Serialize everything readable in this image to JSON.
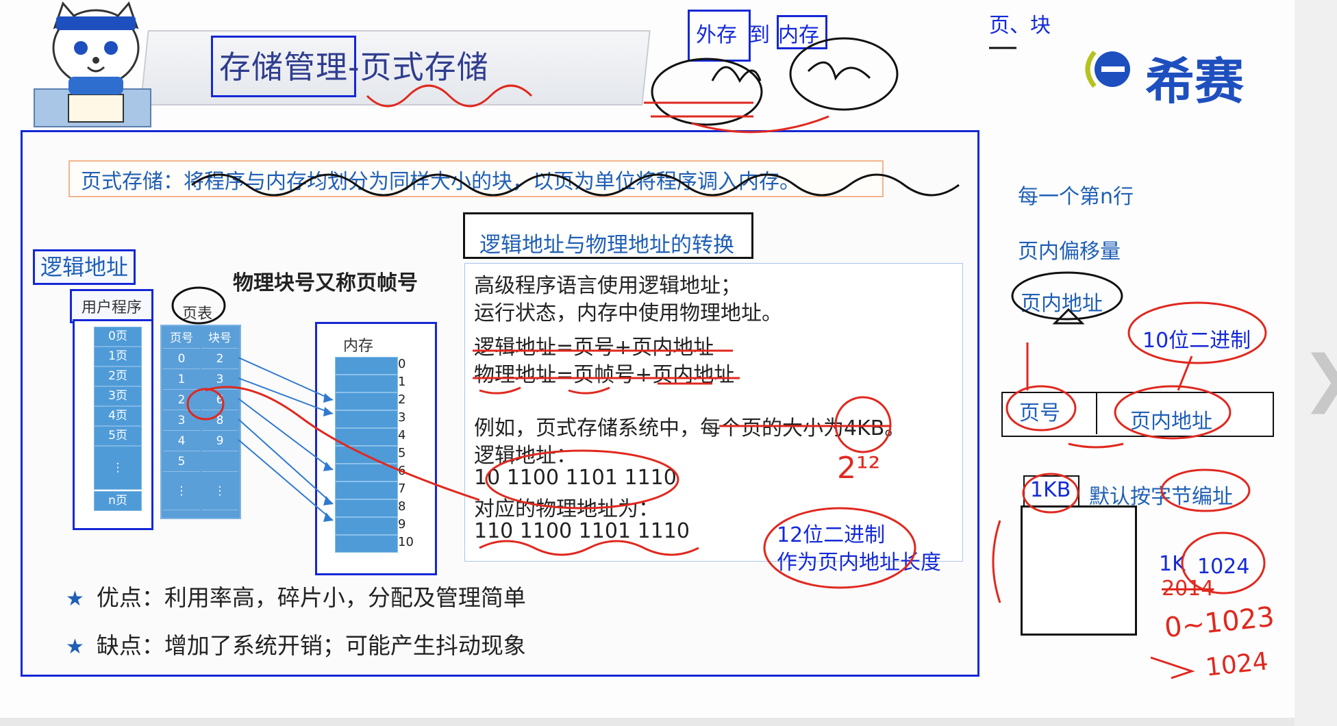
{
  "slide": {
    "title": "存储管理-页式存储",
    "brand": "希赛",
    "definition": "页式存储：将程序与内存均划分为同样大小的块，以页为单位将程序调入内存。"
  },
  "left": {
    "logic_label": "逻辑地址",
    "user_program_label": "用户程序",
    "pages": [
      "0页",
      "1页",
      "2页",
      "3页",
      "4页",
      "5页",
      "⋮",
      "n页"
    ],
    "page_table_title": "页表",
    "pt_headers": [
      "页号",
      "块号"
    ],
    "pt_rows": [
      [
        "0",
        "2"
      ],
      [
        "1",
        "3"
      ],
      [
        "2",
        "6"
      ],
      [
        "3",
        "8"
      ],
      [
        "4",
        "9"
      ],
      [
        "5",
        ""
      ],
      [
        "⋮",
        "⋮"
      ]
    ],
    "phys_block_note": "物理块号又称页帧号",
    "memory_title": "内存",
    "memory_blocks": [
      "0",
      "1",
      "2",
      "3",
      "4",
      "5",
      "6",
      "7",
      "8",
      "9",
      "10"
    ]
  },
  "conversion": {
    "title": "逻辑地址与物理地址的转换",
    "lines": [
      "高级程序语言使用逻辑地址；",
      "运行状态，内存中使用物理地址。",
      "逻辑地址=页号+页内地址",
      "物理地址=页帧号+页内地址",
      "例如，页式存储系统中，每个页的大小为4KB。",
      "逻辑地址：",
      "10 1100 1101 1110",
      "对应的物理地址为：",
      "110 1100 1101 1110"
    ]
  },
  "pros_cons": {
    "pros": "优点：利用率高，碎片小，分配及管理简单",
    "cons": "缺点：增加了系统开销；可能产生抖动现象"
  },
  "annotations": {
    "ext_to_mem_a": "外存",
    "ext_to_mem_b": "到",
    "ext_to_mem_c": "内存",
    "page_block": "页、块",
    "line_n": "每一个第n行",
    "offset": "页内偏移量",
    "inner_addr": "页内地址",
    "ten_bits": "10位二进制",
    "page_no": "页号",
    "page_inner": "页内地址",
    "kb": "1KB",
    "byte_addr": "默认按字节编址",
    "twelve_bits_1": "12位二进制",
    "twelve_bits_2": "作为页内地址长度",
    "power": "2¹²",
    "k1": "1K",
    "k1024": "1024",
    "k_struck": "2014",
    "range": "0~1023",
    "range2": "1024"
  },
  "colors": {
    "accent": "#1427d6",
    "text_blue": "#1f5fb6",
    "ink_red": "#e0281e"
  }
}
